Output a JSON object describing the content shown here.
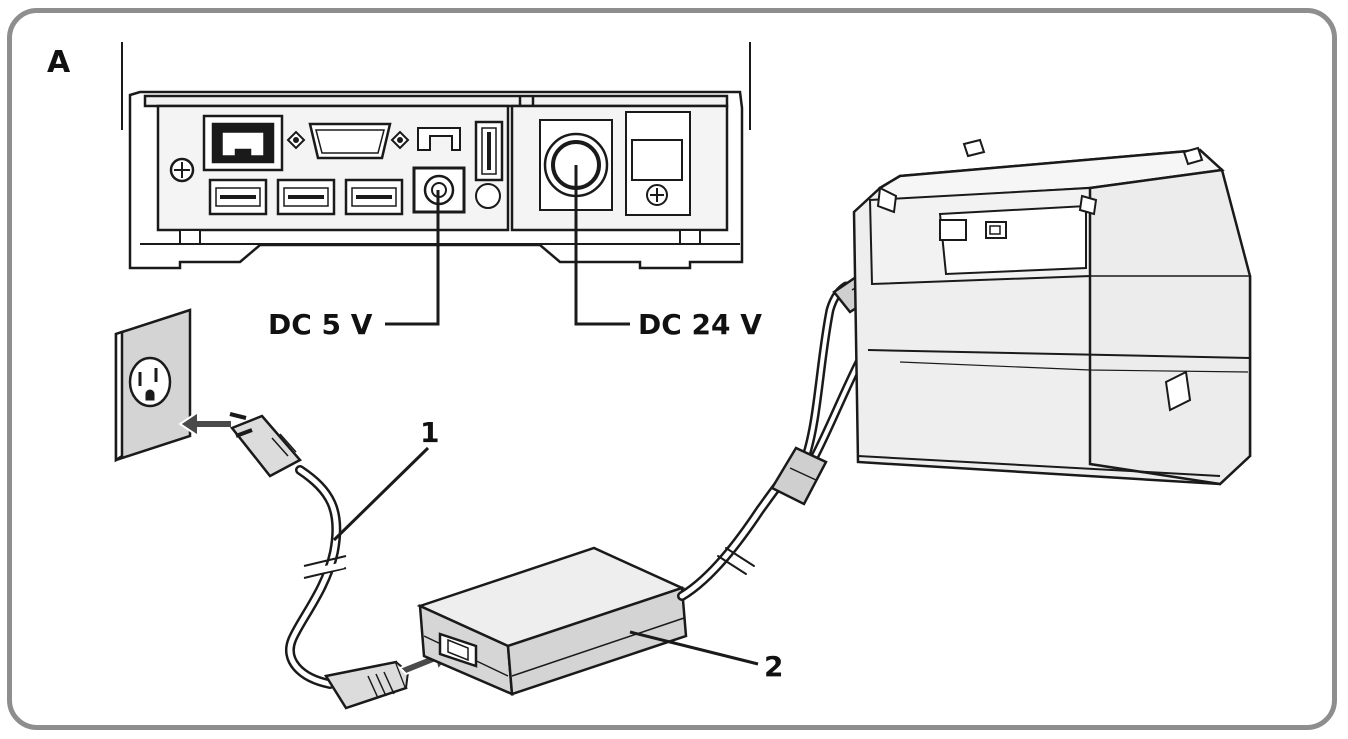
{
  "figure": {
    "panel_label": "A",
    "labels": {
      "dc5v": "DC 5 V",
      "dc24v": "DC 24 V",
      "callout_1": "1",
      "callout_2": "2"
    }
  },
  "colors": {
    "stroke": "#1a1a1a",
    "fill_gray": "#d4d4d4",
    "fill_light": "#eeeeee",
    "frame": "#8e8e8e",
    "arrow": "#4a4a4a"
  }
}
